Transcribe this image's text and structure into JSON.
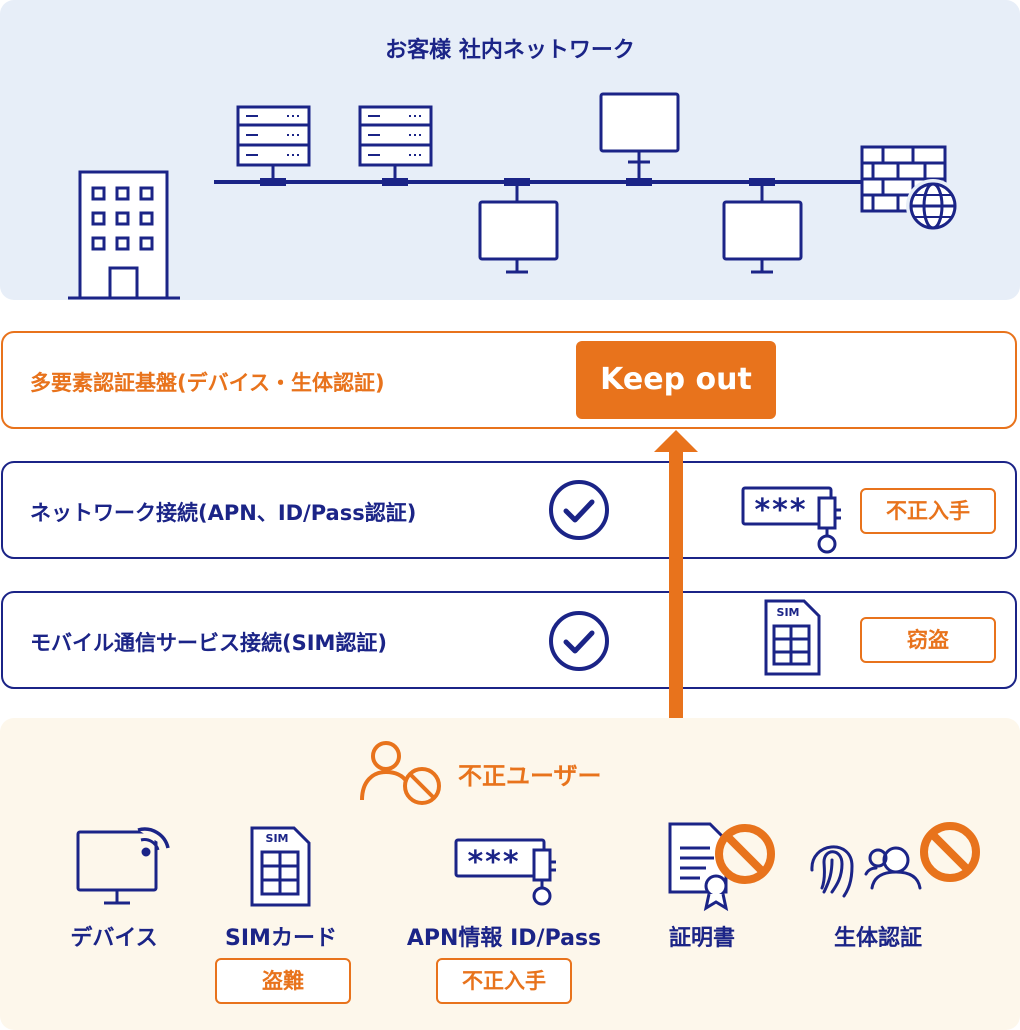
{
  "network": {
    "title": "お客様 社内ネットワーク"
  },
  "layers": {
    "mfa": {
      "label": "多要素認証基盤(デバイス・生体認証)",
      "badge": "Keep out"
    },
    "network_auth": {
      "label": "ネットワーク接続(APN、ID/Pass認証)",
      "tag": "不正入手",
      "password_mask": "***"
    },
    "mobile_auth": {
      "label": "モバイル通信サービス接続(SIM認証)",
      "tag": "窃盗",
      "sim_text": "SIM"
    }
  },
  "attacker": {
    "title": "不正ユーザー",
    "items": [
      {
        "label": "デバイス"
      },
      {
        "label": "SIMカード",
        "tag": "盗難",
        "sim_text": "SIM"
      },
      {
        "label": "APN情報 ID/Pass",
        "tag": "不正入手",
        "password_mask": "***"
      },
      {
        "label": "証明書"
      },
      {
        "label": "生体認証"
      }
    ]
  },
  "colors": {
    "navy": "#1b2487",
    "orange": "#e8731c",
    "light_blue": "#e7eef8",
    "cream": "#fdf7eb"
  }
}
